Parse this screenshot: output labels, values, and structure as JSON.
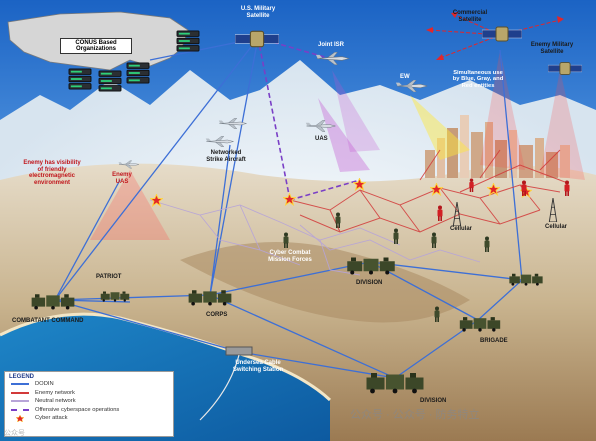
{
  "labels": {
    "conus": "CONUS Based\nOrganizations",
    "us_sat": "U.S. Military\nSatellite",
    "joint_isr": "Joint ISR",
    "commercial_sat": "Commercial\nSatellite",
    "enemy_sat": "Enemy Military\nSatellite",
    "simultaneous": "Simultaneous use\nby Blue, Gray, and\nRed entities",
    "ew": "EW",
    "uas": "UAS",
    "networked_strike": "Networked\nStrike Aircraft",
    "enemy_visibility": "Enemy has visibility\nof friendly\nelectromagnetic\nenvironment",
    "enemy_uas": "Enemy\nUAS",
    "patriot": "PATRIOT",
    "cyber_combat": "Cyber Combat\nMission Forces",
    "division_top": "DIVISION",
    "corps": "CORPS",
    "combatant_command": "COMBATANT COMMAND",
    "brigade": "BRIGADE",
    "cellular_1": "Cellular",
    "cellular_2": "Cellular",
    "undersea": "Undersea Cable\nSwitching Station",
    "division_bottom": "DIVISION"
  },
  "legend": {
    "title": "LEGEND",
    "items": [
      {
        "label": "DODIN",
        "color": "#3d6fd6",
        "style": "solid"
      },
      {
        "label": "Enemy network",
        "color": "#d23a3a",
        "style": "solid"
      },
      {
        "label": "Neutral network",
        "color": "#b7a4d8",
        "style": "solid"
      },
      {
        "label": "Offensive cyberspace operations",
        "color": "#7a3fc6",
        "style": "dashed"
      },
      {
        "label": "Cyber attack",
        "color": "#e2262a",
        "style": "star"
      }
    ]
  },
  "watermark": "公众号 · 公众号 · 防务特立",
  "watermark_small": "公众号",
  "colors": {
    "dodin": "#3d6fd6",
    "enemy": "#d23a3a",
    "neutral": "#b7a4d8",
    "offensive": "#7a3fc6",
    "attack": "#e2262a"
  }
}
